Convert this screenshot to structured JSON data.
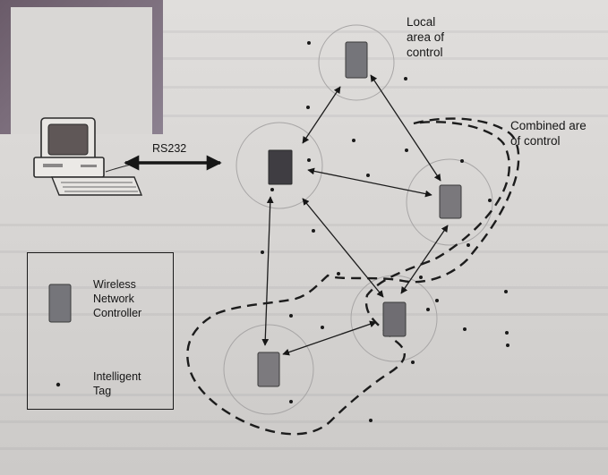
{
  "diagram": {
    "labels": {
      "local_area": "Local\narea of\ncontrol",
      "combined_area": "Combined are\nof control",
      "link": "RS232"
    },
    "legend": {
      "controller_label": "Wireless\nNetwork\nController",
      "tag_label": "Intelligent\nTag"
    }
  },
  "colors": {
    "controller": "#75757a",
    "main_controller": "#3f3d42",
    "ink": "#161616"
  },
  "icons": [
    "desktop-computer-icon",
    "wireless-controller-icon",
    "intelligent-tag-icon"
  ]
}
